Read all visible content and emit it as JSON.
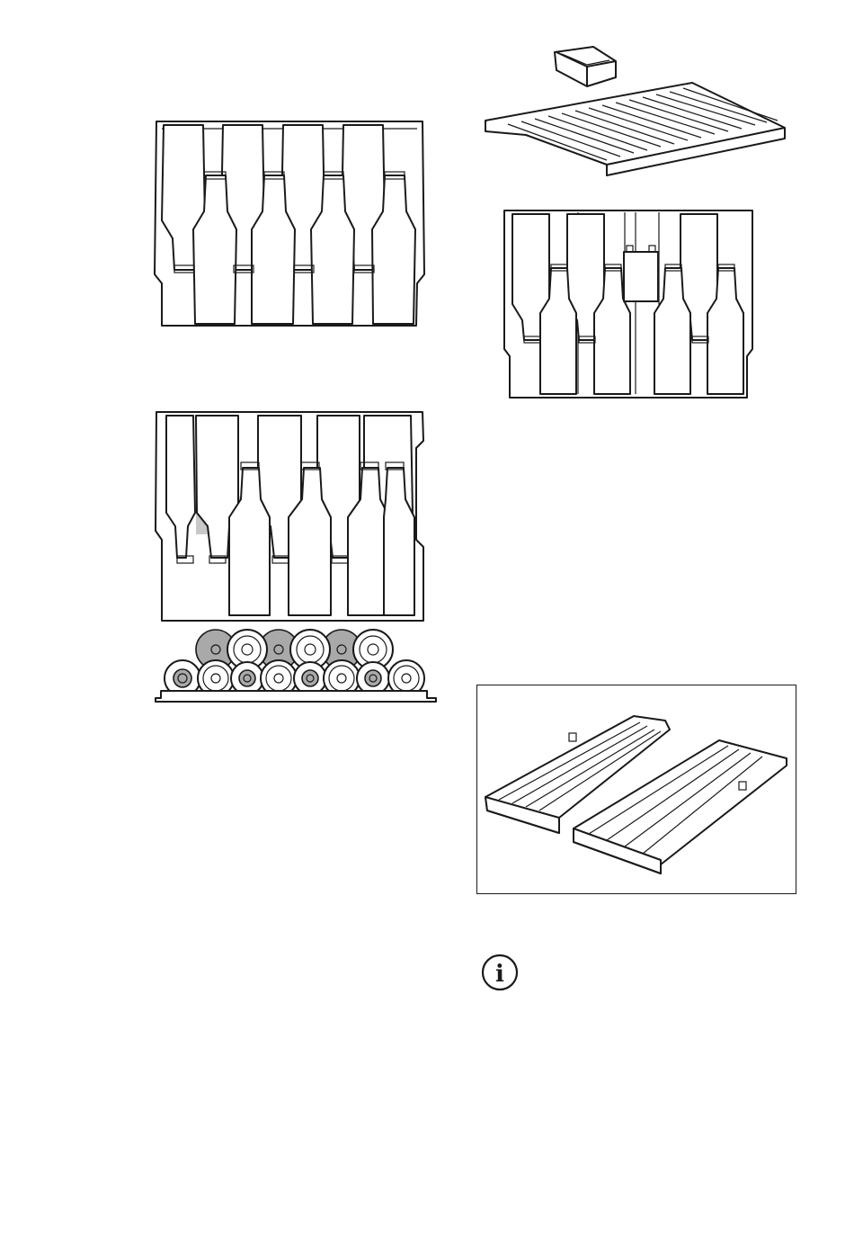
{
  "figures": [
    {
      "name": "bottle-rack-top-left-figure"
    },
    {
      "name": "bottle-rack-mixed-figure"
    },
    {
      "name": "shelf-with-box-figure"
    },
    {
      "name": "bottle-rack-with-box-figure"
    },
    {
      "name": "tray-shelf-figure"
    }
  ],
  "info": {
    "icon": "info-icon",
    "glyph": "i"
  },
  "colors": {
    "line": "#1a1a1a",
    "highlight": "#c8c8c8",
    "bottle_base": "#a9a9a9"
  }
}
